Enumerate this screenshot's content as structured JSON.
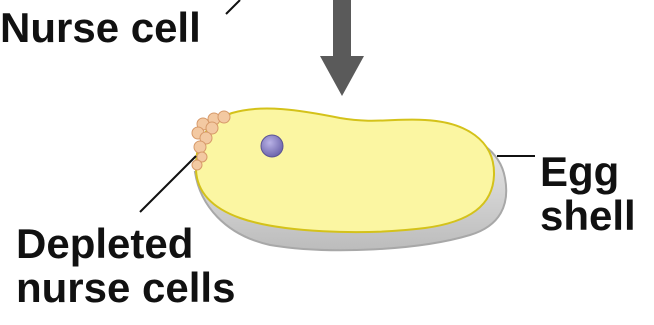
{
  "labels": {
    "nurse_cell": "Nurse cell",
    "depleted_line1": "Depleted",
    "depleted_line2": "nurse cells",
    "egg_line1": "Egg",
    "egg_line2": "shell"
  },
  "colors": {
    "yolk_fill": "#fbf6a2",
    "yolk_outline": "#d4c21a",
    "shell_fill": "#d9d9d9",
    "shell_outline": "#a8a8a8",
    "nucleus": "#8c84c4",
    "nurse_cells": "#f3c9a2",
    "arrow": "#5a5a5a",
    "text": "#111111"
  }
}
